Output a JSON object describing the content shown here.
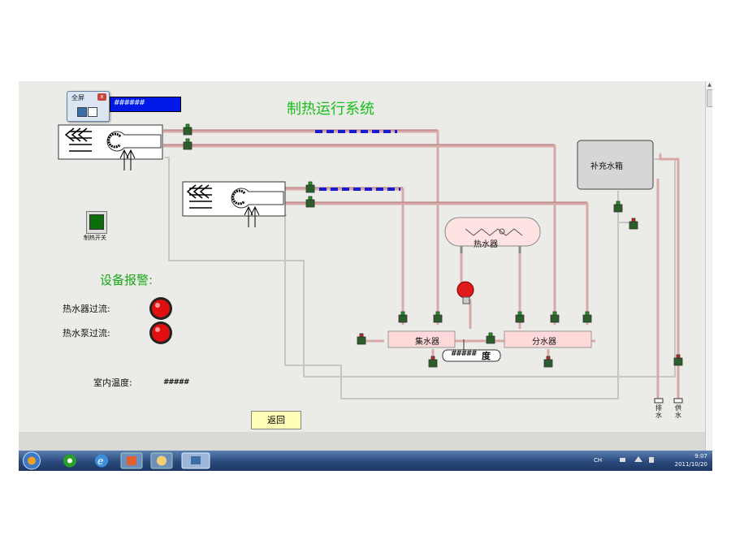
{
  "window": {
    "title": "制热运行系统",
    "mini_toolbar": {
      "title": "全屏",
      "close_glyph": "x"
    },
    "status_display": "######"
  },
  "equipment": {
    "tank_label": "补充水箱",
    "heater_label": "热水器",
    "collector_label": "集水器",
    "distributor_label": "分水器",
    "collector_temp": "#####",
    "collector_temp_unit": "度",
    "drain_label": [
      "排",
      "水"
    ],
    "supply_label": [
      "供",
      "水"
    ],
    "switch_label": "制热开关"
  },
  "alarms": {
    "heading": "设备报警:",
    "items": [
      {
        "label": "热水器过流:",
        "color": "#e01010"
      },
      {
        "label": "热水泵过流:",
        "color": "#e01010"
      }
    ]
  },
  "indoor": {
    "label": "室内温度:",
    "value": "#####"
  },
  "buttons": {
    "return_label": "返回"
  },
  "taskbar": {
    "apps": [
      "start-orb",
      "media-player",
      "internet-explorer",
      "powerpoint",
      "paint",
      "display-app"
    ],
    "lang": "CH",
    "time": "9:07",
    "date": "2011/10/20"
  },
  "colors": {
    "pipe_red": "#d8a9a9",
    "pipe_grey": "#c6c6c6",
    "flow_blue": "#1a1ad0",
    "title_green": "#18c018",
    "vessel_pink": "#ffd9d9"
  }
}
